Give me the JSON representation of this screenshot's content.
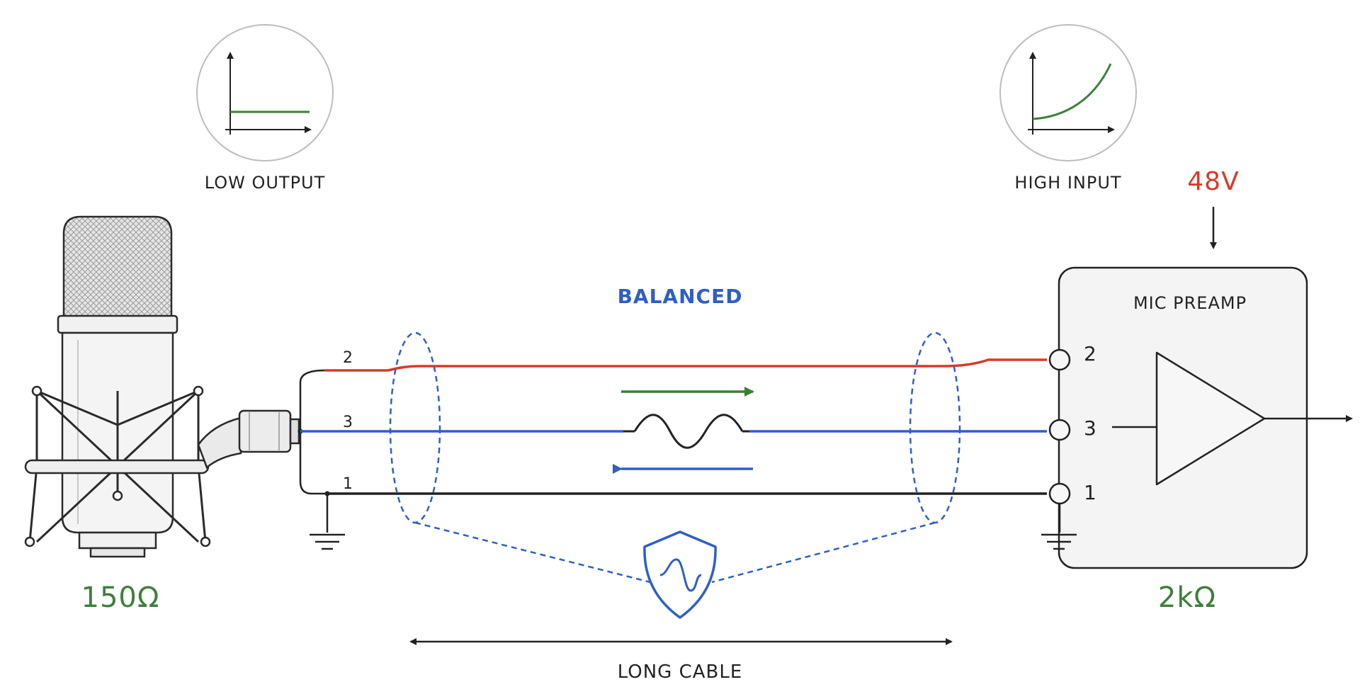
{
  "labels": {
    "low_output": "LOW OUTPUT",
    "high_input": "HIGH INPUT",
    "phantom": "48V",
    "balanced": "BALANCED",
    "preamp": "MIC PREAMP",
    "mic_impedance": "150Ω",
    "preamp_impedance": "2kΩ",
    "long_cable": "LONG CABLE"
  },
  "pins": {
    "mic": [
      "2",
      "3",
      "1"
    ],
    "preamp": [
      "2",
      "3",
      "1"
    ]
  },
  "colors": {
    "hot": "#d63b2c",
    "cold": "#2f5fc4",
    "ground": "#222222",
    "green": "#3d7f3a",
    "shield": "#2f5fc4",
    "gray": "#9a9a9a"
  }
}
